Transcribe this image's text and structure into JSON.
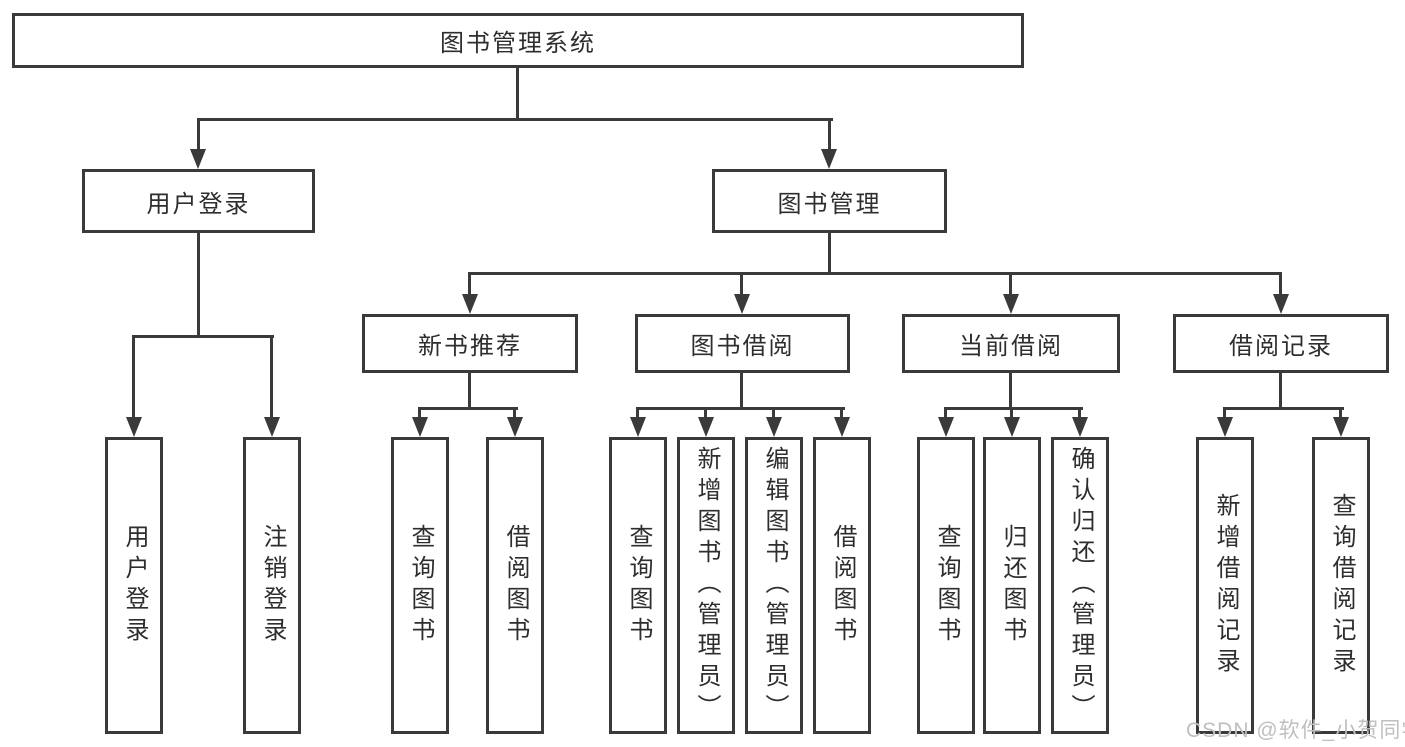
{
  "root": {
    "label": "图书管理系统"
  },
  "level2": {
    "user_login": "用户登录",
    "book_management": "图书管理"
  },
  "level3": {
    "new_book_recommend": "新书推荐",
    "book_borrow": "图书借阅",
    "current_borrow": "当前借阅",
    "borrow_records": "借阅记录"
  },
  "leaves": {
    "user_login": "用户登录",
    "logout": "注销登录",
    "nb_query_books": "查询图书",
    "nb_borrow_books": "借阅图书",
    "bb_query_books": "查询图书",
    "bb_add_books_admin": "新增图书（管理员）",
    "bb_edit_books_admin": "编辑图书（管理员）",
    "bb_borrow_books": "借阅图书",
    "cb_query_books": "查询图书",
    "cb_return_books": "归还图书",
    "cb_confirm_return_admin": "确认归还（管理员）",
    "br_add_record": "新增借阅记录",
    "br_query_record": "查询借阅记录"
  },
  "watermark": "CSDN @软件_小贺同学",
  "colors": {
    "line": "#3a3a3a",
    "text": "#2e2e2e",
    "watermark": "#bfbfbf",
    "background": "#ffffff"
  }
}
